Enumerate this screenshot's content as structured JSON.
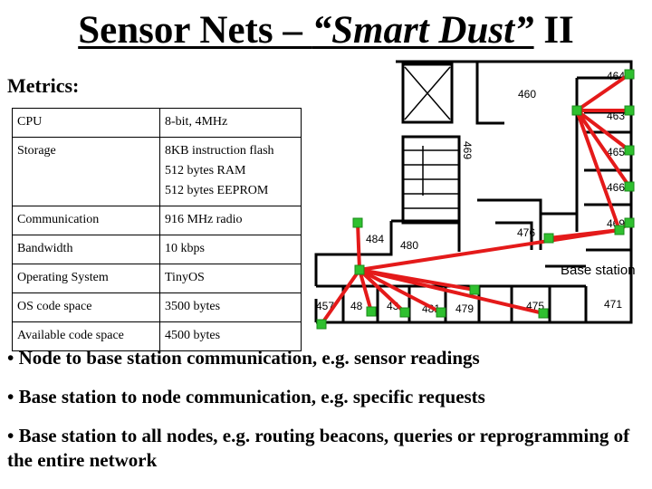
{
  "slide": {
    "title_underlined": "Sensor Nets – “Smart Dust”",
    "title_suffix": " II",
    "metrics_label": "Metrics:",
    "table": [
      {
        "key": "CPU",
        "lines": [
          "8-bit, 4MHz"
        ]
      },
      {
        "key": "Storage",
        "lines": [
          "8KB instruction flash",
          "512 bytes RAM",
          "512 bytes EEPROM"
        ]
      },
      {
        "key": "Communication",
        "lines": [
          "916 MHz radio"
        ]
      },
      {
        "key": "Bandwidth",
        "lines": [
          "10 kbps"
        ]
      },
      {
        "key": "Operating System",
        "lines": [
          "TinyOS"
        ]
      },
      {
        "key": "OS code space",
        "lines": [
          "3500 bytes"
        ]
      },
      {
        "key": "Available code space",
        "lines": [
          "4500 bytes"
        ]
      }
    ],
    "floorplan": {
      "rooms": [
        "464",
        "463",
        "465",
        "460",
        "469",
        "466",
        "469",
        "476",
        "484",
        "480",
        "457",
        "48",
        "43",
        "481",
        "479",
        "475",
        "471"
      ],
      "base_station_label": "Base station"
    },
    "bullets": [
      "• Node to base station communication, e.g. sensor readings",
      "• Base station to node communication, e.g. specific requests",
      "• Base station to all nodes, e.g. routing beacons, queries or reprogramming of the entire network"
    ]
  },
  "colors": {
    "link": "#e41a1a",
    "node": "#2fc02f",
    "wall": "#000000"
  }
}
